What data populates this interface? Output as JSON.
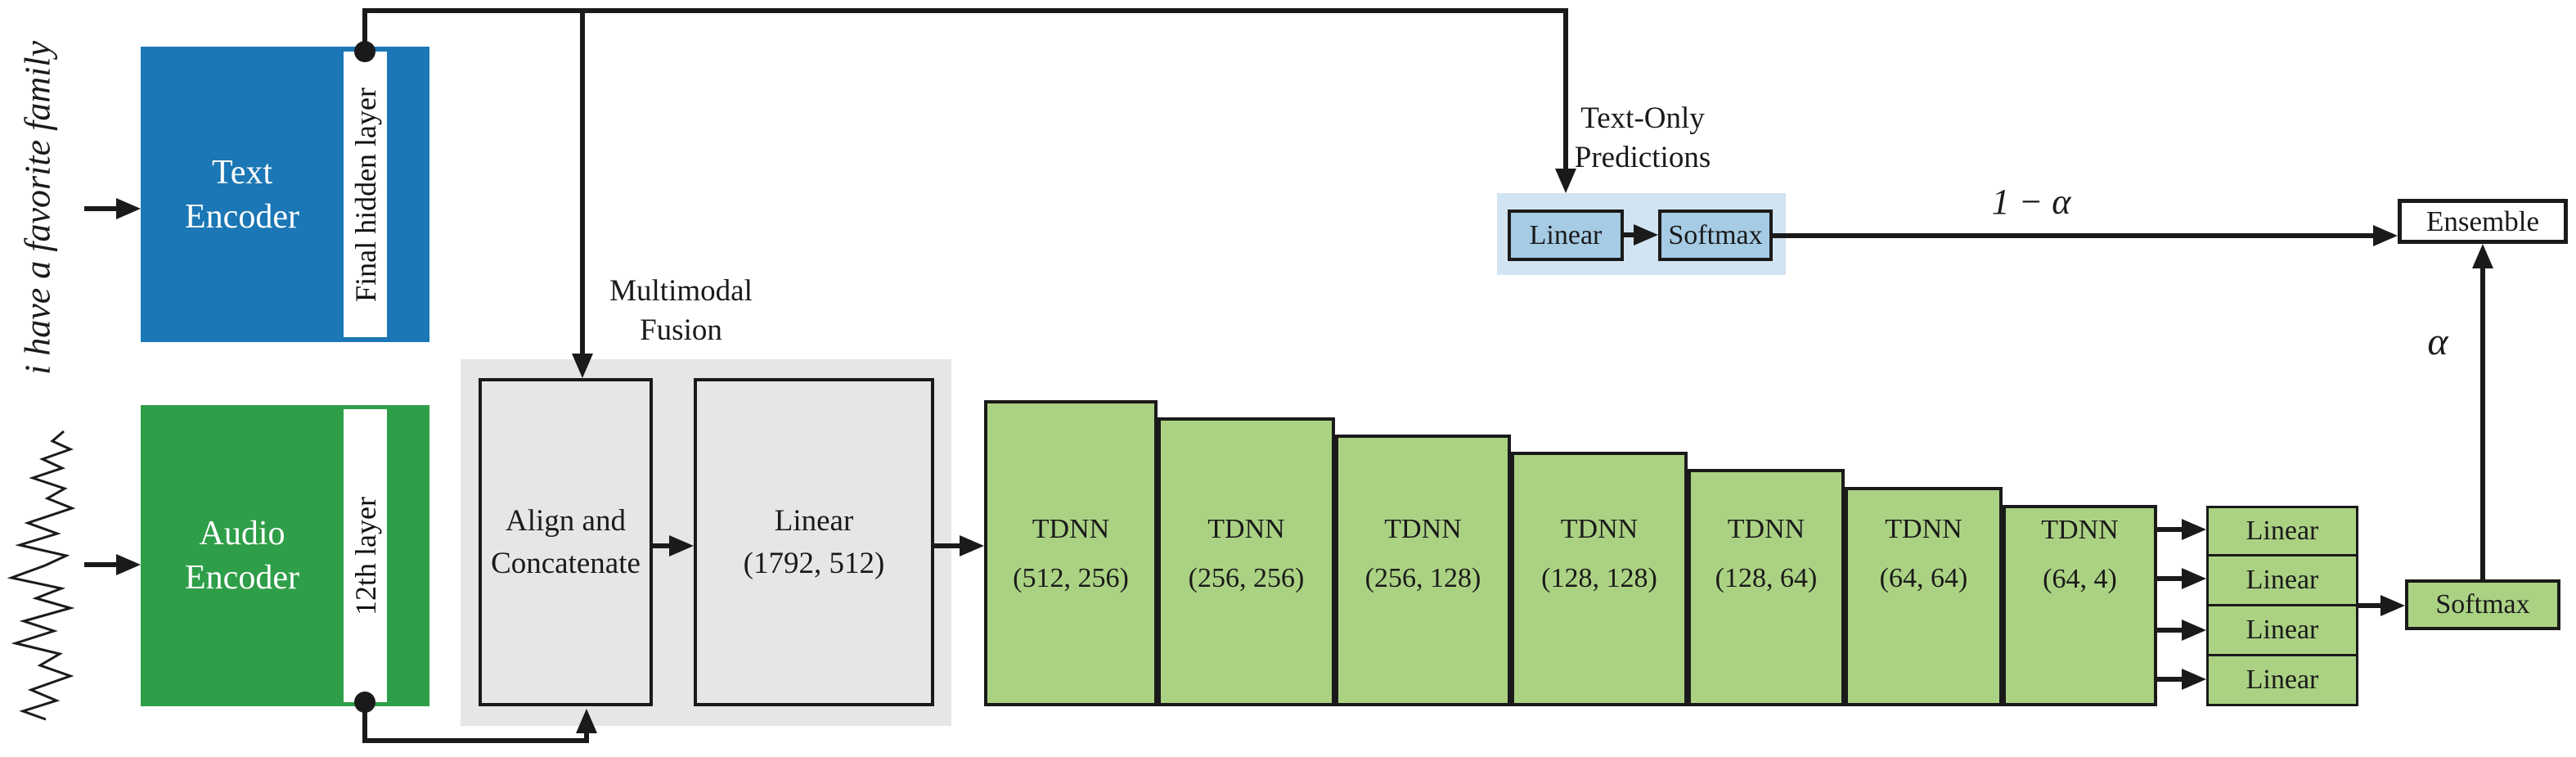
{
  "diagram": {
    "input_text": "i have a favorite family",
    "text_encoder": {
      "label": "Text\nEncoder",
      "layer_tag": "Final hidden layer"
    },
    "audio_encoder": {
      "label": "Audio\nEncoder",
      "layer_tag": "12th layer"
    },
    "fusion": {
      "title": "Multimodal\nFusion",
      "align_box_label": "Align and\nConcatenate",
      "linear_box_label": "Linear\n(1792, 512)"
    },
    "tdnn_layers": [
      {
        "label": "TDNN\n(512, 256)"
      },
      {
        "label": "TDNN\n(256, 256)"
      },
      {
        "label": "TDNN\n(256, 128)"
      },
      {
        "label": "TDNN\n(128, 128)"
      },
      {
        "label": "TDNN\n(128, 64)"
      },
      {
        "label": "TDNN\n(64, 64)"
      },
      {
        "label": "TDNN\n(64, 4)"
      }
    ],
    "output_heads": {
      "linear_labels": [
        "Linear",
        "Linear",
        "Linear",
        "Linear"
      ],
      "softmax_label": "Softmax"
    },
    "text_only": {
      "title": "Text-Only\nPredictions",
      "linear_label": "Linear",
      "softmax_label": "Softmax"
    },
    "ensemble": {
      "label": "Ensemble",
      "text_weight": "1 − α",
      "audio_weight": "α"
    },
    "colors": {
      "text_encoder_blue": "#1b77b5",
      "audio_encoder_green": "#2f9e48",
      "tdnn_green": "#abd283",
      "fusion_gray": "#e6e6e6",
      "text_only_panel_blue": "#d2e4f2",
      "text_only_box_blue": "#a6cbe4",
      "line_black": "#1a1a1a"
    }
  }
}
